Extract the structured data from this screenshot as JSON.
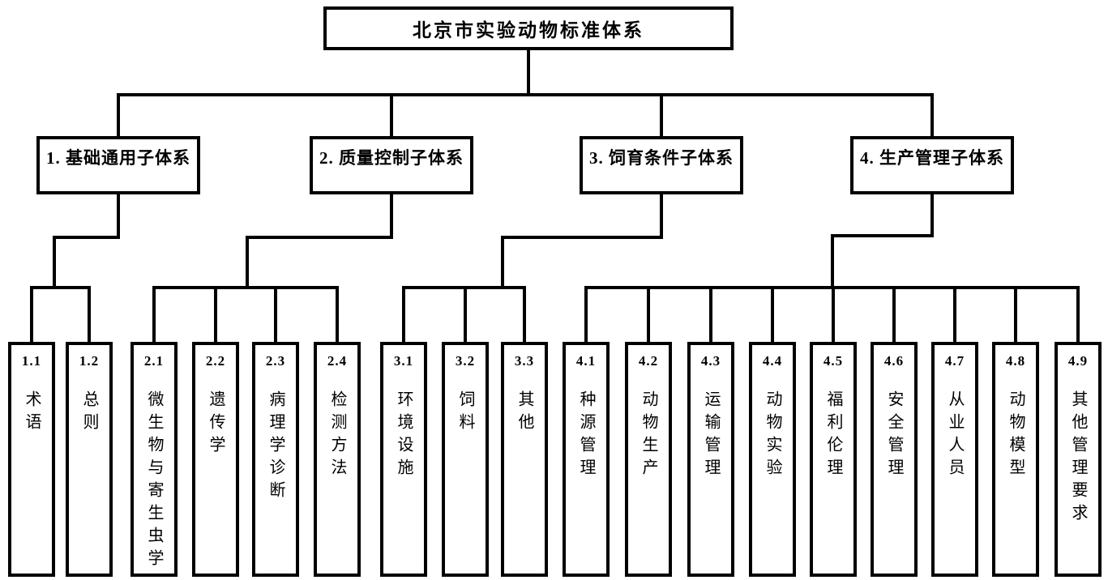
{
  "page": {
    "background_color": "#ffffff",
    "line_color": "#000000",
    "text_color": "#000000"
  },
  "tree": {
    "root": {
      "label": "北京市实验动物标准体系"
    },
    "subsystems": [
      {
        "label": "1. 基础通用子体系"
      },
      {
        "label": "2. 质量控制子体系"
      },
      {
        "label": "3. 饲育条件子体系"
      },
      {
        "label": "4. 生产管理子体系"
      }
    ],
    "leaves": [
      {
        "code": "1.1",
        "label": "术语"
      },
      {
        "code": "1.2",
        "label": "总则"
      },
      {
        "code": "2.1",
        "label": "微生物与寄生虫学"
      },
      {
        "code": "2.2",
        "label": "遗传学"
      },
      {
        "code": "2.3",
        "label": "病理学诊断"
      },
      {
        "code": "2.4",
        "label": "检测方法"
      },
      {
        "code": "3.1",
        "label": "环境设施"
      },
      {
        "code": "3.2",
        "label": "饲料"
      },
      {
        "code": "3.3",
        "label": "其他"
      },
      {
        "code": "4.1",
        "label": "种源管理"
      },
      {
        "code": "4.2",
        "label": "动物生产"
      },
      {
        "code": "4.3",
        "label": "运输管理"
      },
      {
        "code": "4.4",
        "label": "动物实验"
      },
      {
        "code": "4.5",
        "label": "福利伦理"
      },
      {
        "code": "4.6",
        "label": "安全管理"
      },
      {
        "code": "4.7",
        "label": "从业人员"
      },
      {
        "code": "4.8",
        "label": "动物模型"
      },
      {
        "code": "4.9",
        "label": "其他管理要求"
      }
    ]
  }
}
